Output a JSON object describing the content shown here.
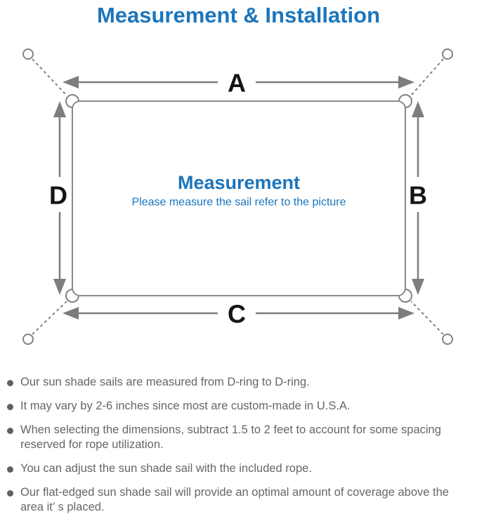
{
  "title": "Measurement & Installation",
  "diagram": {
    "center_title": "Measurement",
    "center_subtitle": "Please measure the sail refer to the picture",
    "labels": {
      "top": "A",
      "right": "B",
      "bottom": "C",
      "left": "D"
    },
    "colors": {
      "accent_blue": "#1B75BC",
      "line_gray": "#828282",
      "label_black": "#141414"
    }
  },
  "notes": {
    "items": [
      "Our sun shade sails are measured from D-ring to D-ring.",
      "It may vary by 2-6 inches since most are custom-made in U.S.A.",
      "When selecting the dimensions, subtract 1.5 to 2 feet to account for some spacing reserved for rope utilization.",
      "You can adjust the sun shade sail with the included rope.",
      "Our flat-edged sun shade sail will provide an optimal amount of coverage above the area it’ s placed."
    ]
  }
}
